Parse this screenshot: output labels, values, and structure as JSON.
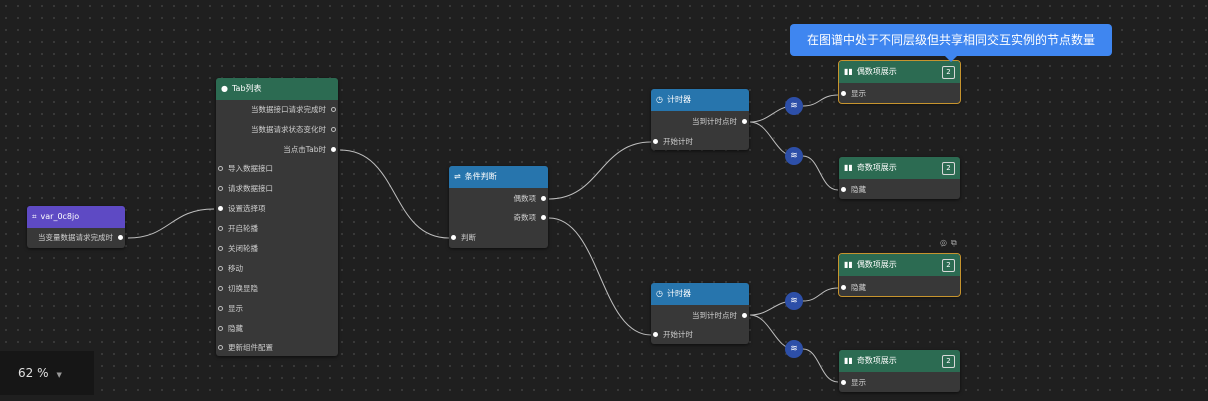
{
  "tooltip": "在图谱中处于不同层级但共享相同交互实例的节点数量",
  "zoom": {
    "level": "62 %"
  },
  "var_node": {
    "title": "var_0c8jo",
    "outputs": [
      "当变量数据请求完成时"
    ]
  },
  "tab_node": {
    "title": "Tab列表",
    "outputs": [
      "当数据接口请求完成时",
      "当数据请求状态变化时",
      "当点击Tab时"
    ],
    "inputs": [
      "导入数据接口",
      "请求数据接口",
      "设置选择项",
      "开启轮播",
      "关闭轮播",
      "移动",
      "切换显隐",
      "显示",
      "隐藏",
      "更新组件配置"
    ]
  },
  "cond_node": {
    "title": "条件判断",
    "outputs": [
      "偶数项",
      "奇数项"
    ],
    "inputs": [
      "判断"
    ]
  },
  "timer_top": {
    "title": "计时器",
    "outputs": [
      "当到计时点时"
    ],
    "inputs": [
      "开始计时"
    ]
  },
  "timer_bottom": {
    "title": "计时器",
    "outputs": [
      "当到计时点时"
    ],
    "inputs": [
      "开始计时"
    ]
  },
  "display_nodes": [
    {
      "title": "偶数项展示",
      "badge": "2",
      "input": "显示"
    },
    {
      "title": "奇数项展示",
      "badge": "2",
      "input": "隐藏"
    },
    {
      "title": "偶数项展示",
      "badge": "2",
      "input": "隐藏"
    },
    {
      "title": "奇数项展示",
      "badge": "2",
      "input": "显示"
    }
  ],
  "icons": {
    "filter": "filter-icon",
    "chart": "bar-chart-icon",
    "clock": "clock-icon",
    "branch": "branch-icon",
    "variable": "variable-icon",
    "tab": "tab-icon"
  },
  "colors": {
    "tooltip": "#3f86f0",
    "green": "#2c6b52",
    "blue": "#2775ad",
    "purple": "#5e4ac4",
    "selected": "#c7942e"
  }
}
